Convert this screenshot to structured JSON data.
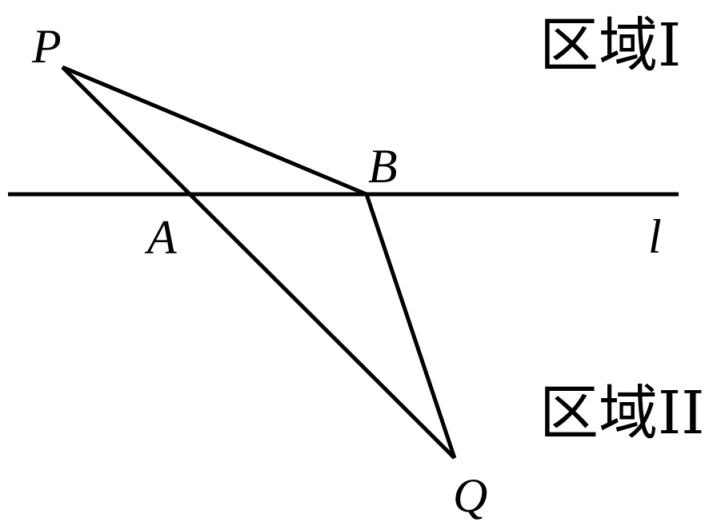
{
  "points": {
    "P": "P",
    "A": "A",
    "B": "B",
    "Q": "Q"
  },
  "line": {
    "name": "l"
  },
  "regions": {
    "region1": "区域I",
    "region2": "区域II"
  },
  "colors": {
    "stroke": "#000000",
    "background": "#ffffff"
  }
}
